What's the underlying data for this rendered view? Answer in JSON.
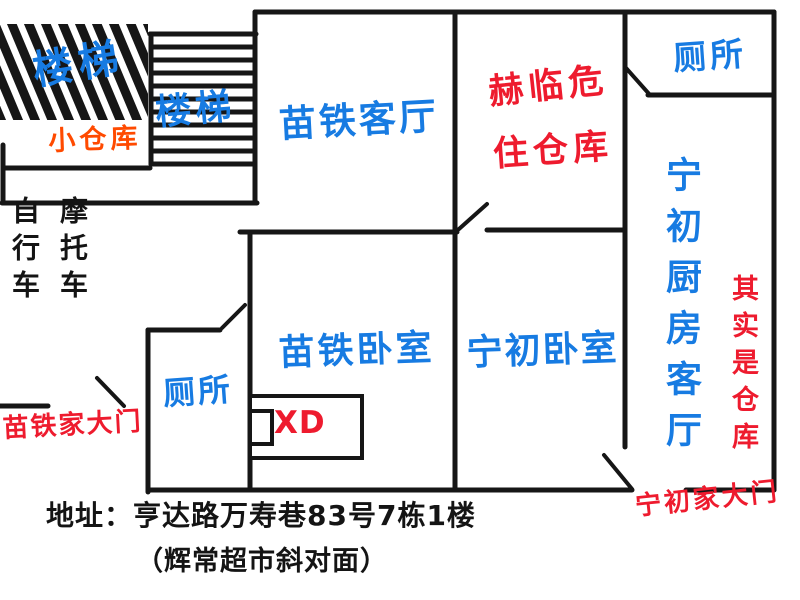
{
  "labels": {
    "stair_outdoor": "楼梯",
    "stair_indoor": "楼梯",
    "small_storage": "小仓库",
    "bicycle": "自行车",
    "motorcycle": "摩托车",
    "miaotie_living_room": "苗铁客厅",
    "storage_resident_line1": "赫临危",
    "storage_resident_line2": "住仓库",
    "toilet_upper": "厕所",
    "ningchu_kitchen_living": "宁初厨房客厅",
    "actually_storage_note": "其实是仓库",
    "miaotie_bedroom": "苗铁卧室",
    "ningchu_bedroom": "宁初卧室",
    "toilet_lower": "厕所",
    "xd_mark": "XD",
    "miaotie_main_door": "苗铁家大门",
    "ningchu_main_door": "宁初家大门"
  },
  "address": {
    "line1": "地址：亨达路万寿巷83号7栋1楼",
    "line2": "（辉常超市斜对面）"
  },
  "colors": {
    "room_label_blue": "#177be2",
    "note_red": "#ee1b2e",
    "storage_orange": "#ff4a00",
    "wall_ink": "#161616"
  }
}
